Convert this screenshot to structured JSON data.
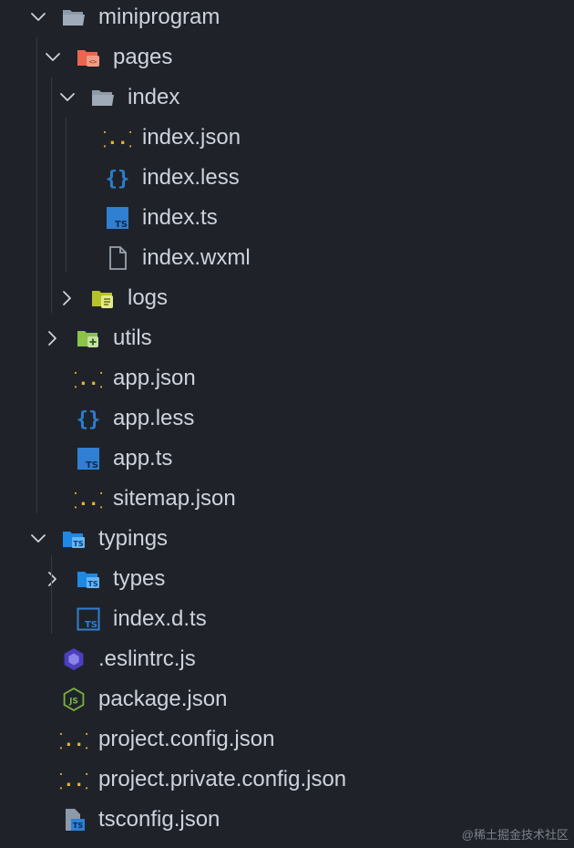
{
  "tree": {
    "items": [
      {
        "label": "miniprogram",
        "depth": 0,
        "chevron": "down",
        "icon": "folder-open-icon"
      },
      {
        "label": "pages",
        "depth": 1,
        "chevron": "down",
        "icon": "folder-pages-icon"
      },
      {
        "label": "index",
        "depth": 2,
        "chevron": "down",
        "icon": "folder-open-icon"
      },
      {
        "label": "index.json",
        "depth": 3,
        "chevron": "",
        "icon": "json-icon"
      },
      {
        "label": "index.less",
        "depth": 3,
        "chevron": "",
        "icon": "less-icon"
      },
      {
        "label": "index.ts",
        "depth": 3,
        "chevron": "",
        "icon": "typescript-icon"
      },
      {
        "label": "index.wxml",
        "depth": 3,
        "chevron": "",
        "icon": "file-icon"
      },
      {
        "label": "logs",
        "depth": 2,
        "chevron": "right",
        "icon": "folder-logs-icon"
      },
      {
        "label": "utils",
        "depth": 1,
        "chevron": "right",
        "icon": "folder-utils-icon"
      },
      {
        "label": "app.json",
        "depth": 1,
        "chevron": "",
        "icon": "json-icon"
      },
      {
        "label": "app.less",
        "depth": 1,
        "chevron": "",
        "icon": "less-icon"
      },
      {
        "label": "app.ts",
        "depth": 1,
        "chevron": "",
        "icon": "typescript-icon"
      },
      {
        "label": "sitemap.json",
        "depth": 1,
        "chevron": "",
        "icon": "json-icon"
      },
      {
        "label": "typings",
        "depth": 0,
        "chevron": "down",
        "icon": "folder-typings-icon"
      },
      {
        "label": "types",
        "depth": 1,
        "chevron": "right",
        "icon": "folder-typings-icon"
      },
      {
        "label": "index.d.ts",
        "depth": 1,
        "chevron": "",
        "icon": "typescript-def-icon"
      },
      {
        "label": ".eslintrc.js",
        "depth": 0,
        "chevron": "",
        "icon": "eslint-icon"
      },
      {
        "label": "package.json",
        "depth": 0,
        "chevron": "",
        "icon": "nodejs-icon"
      },
      {
        "label": "project.config.json",
        "depth": 0,
        "chevron": "",
        "icon": "json-icon"
      },
      {
        "label": "project.private.config.json",
        "depth": 0,
        "chevron": "",
        "icon": "json-icon"
      },
      {
        "label": "tsconfig.json",
        "depth": 0,
        "chevron": "",
        "icon": "tsconfig-icon"
      }
    ]
  },
  "watermark": "@稀土掘金技术社区",
  "colors": {
    "background": "#1f2329",
    "text": "#cdd3de",
    "json": "#e8b630",
    "less": "#2b7fd1",
    "typescript": "#2f7fd3",
    "folder": "#8d9aa9",
    "pages": "#e8674f",
    "logs": "#b7c22a",
    "utils": "#8bc34a",
    "eslint": "#4b3fbf",
    "nodejs": "#7cb342"
  }
}
